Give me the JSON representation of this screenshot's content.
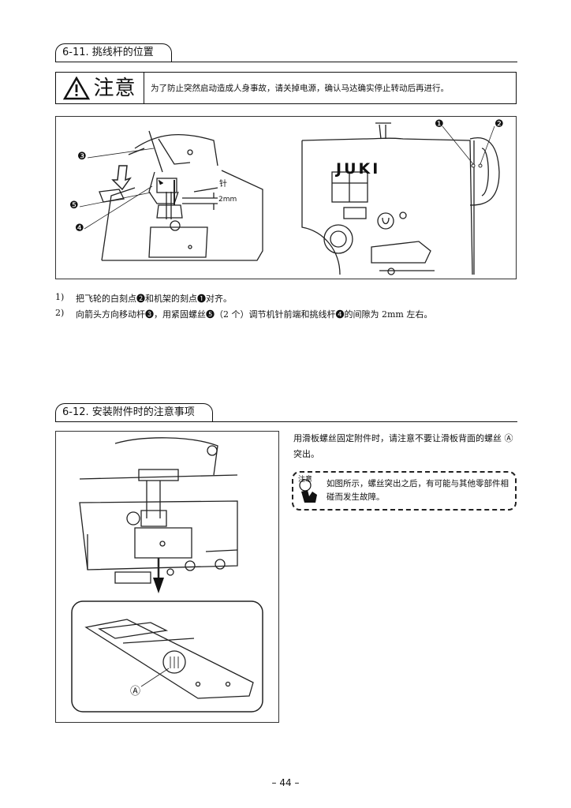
{
  "section1": {
    "title": "6-11. 挑线杆的位置",
    "warning_label": "注意",
    "warning_text": "为了防止突然启动造成人身事故，请关掉电源，确认马达确实停止转动后再进行。",
    "fig1": {
      "labels": [
        "❸",
        "❺",
        "❹",
        "针",
        "2mm"
      ]
    },
    "fig2": {
      "brand": "JUKI",
      "labels": [
        "❶",
        "❷"
      ]
    },
    "steps": [
      {
        "num": "1)",
        "text": "把飞轮的白刻点❷和机架的刻点❶对齐。"
      },
      {
        "num": "2)",
        "text": "向箭头方向移动杆❸，用紧固螺丝❺（2 个）调节机针前端和挑线杆❹的间隙为 2mm 左右。"
      }
    ]
  },
  "section2": {
    "title": "6-12. 安装附件时的注意事项",
    "text": "用滑板螺丝固定附件时，请注意不要让滑板背面的螺丝 Ⓐ 突出。",
    "note_label": "注意",
    "note_text": "如图所示，螺丝突出之后，有可能与其他零部件相碰而发生故障。",
    "fig3": {
      "labels": [
        "Ⓐ"
      ]
    }
  },
  "page_number": "– 44 –"
}
